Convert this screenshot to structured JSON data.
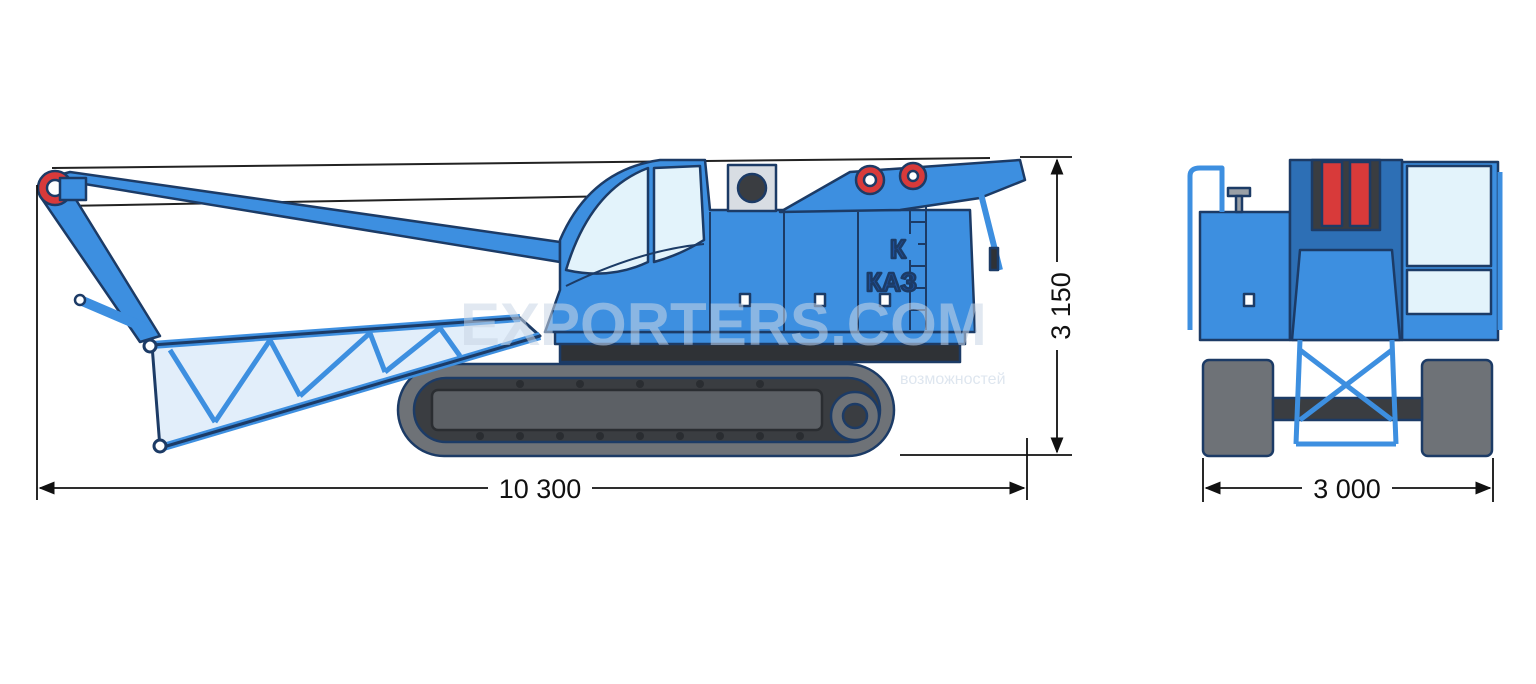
{
  "dimensions": {
    "length": "10 300",
    "height": "3 150",
    "width": "3 000"
  },
  "branding": {
    "logo_letter": "К",
    "logo_text": "КАЗ"
  },
  "watermark": {
    "main": "EXPORTERS.COM",
    "sub": "возможностей"
  },
  "colors": {
    "body_blue": "#3d8fe0",
    "outline": "#1c3b66",
    "glass": "#e3f3fb",
    "track_grey": "#6e7277",
    "track_dark": "#3a3d41",
    "sheave_red": "#d83a3a",
    "dim_line": "#111111"
  },
  "icons": {
    "side_view": "crawler-crane-side-icon",
    "rear_view": "crawler-crane-rear-icon"
  }
}
